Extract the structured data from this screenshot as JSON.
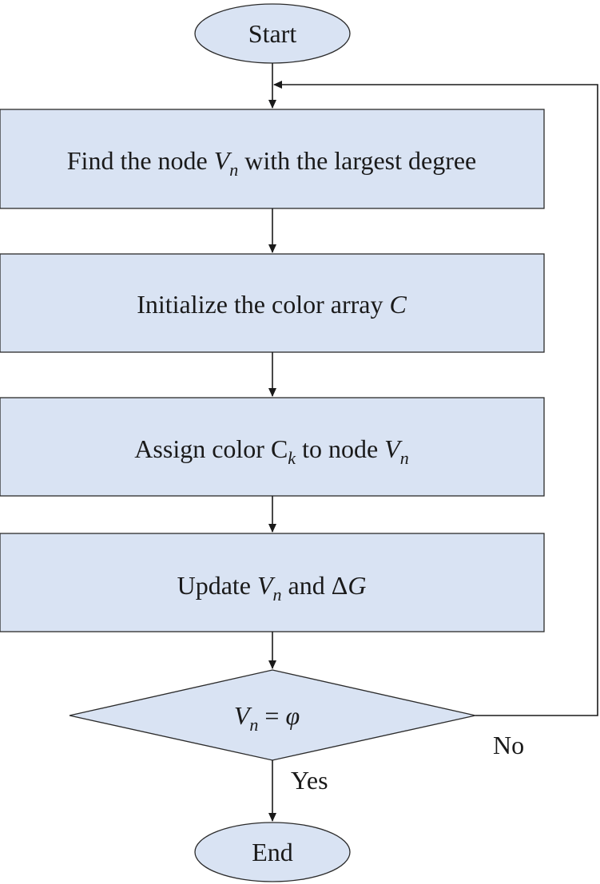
{
  "diagram": {
    "start": "Start",
    "step1": {
      "pre": "Find the node ",
      "var": "V",
      "sub": "n",
      "post": " with the largest degree"
    },
    "step2": {
      "pre": "Initialize the color array ",
      "var": "C"
    },
    "step3": {
      "pre": "Assign color C",
      "sub_k": "k",
      "mid": " to node ",
      "var": "V",
      "sub": "n"
    },
    "step4": {
      "pre": "Update ",
      "var": "V",
      "sub": "n",
      "mid": " and Δ",
      "var2": "G"
    },
    "decision": {
      "var": "V",
      "sub": "n",
      "eq": " = ",
      "phi": "φ"
    },
    "yes_label": "Yes",
    "no_label": "No",
    "end": "End"
  },
  "colors": {
    "node_fill": "#d9e3f3",
    "stroke": "#2b2b2b",
    "text": "#1a1a1a"
  }
}
